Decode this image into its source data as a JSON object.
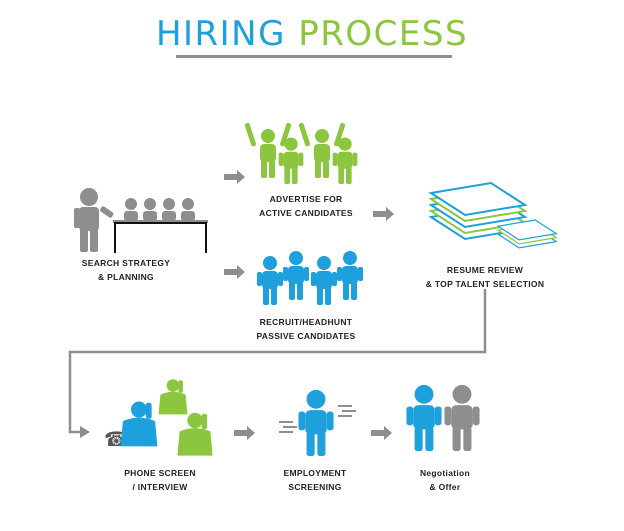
{
  "title": {
    "word1": "HIRING",
    "word2": "PROCESS"
  },
  "colors": {
    "blue": "#1ea0dc",
    "green": "#8cc63f",
    "gray": "#8e8e8e"
  },
  "steps": [
    {
      "line1": "SEARCH STRATEGY",
      "line2": "& PLANNING"
    },
    {
      "line1": "ADVERTISE FOR",
      "line2": "ACTIVE CANDIDATES"
    },
    {
      "line1": "RECRUIT/HEADHUNT",
      "line2": "PASSIVE CANDIDATES"
    },
    {
      "line1": "RESUME REVIEW",
      "line2": "& TOP TALENT SELECTION"
    },
    {
      "line1": "PHONE SCREEN",
      "line2": "/ INTERVIEW"
    },
    {
      "line1": "EMPLOYMENT",
      "line2": "SCREENING"
    },
    {
      "line1": "Negotiation",
      "line2": "& Offer"
    }
  ]
}
